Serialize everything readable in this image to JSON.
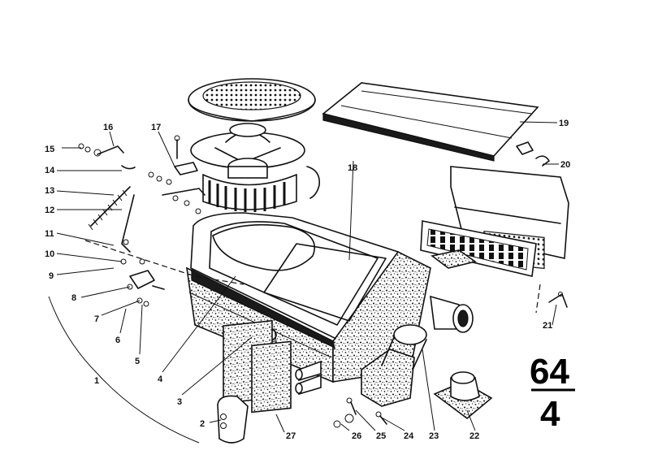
{
  "diagram": {
    "group_number": "64",
    "sub_number": "4",
    "callouts": [
      "1",
      "2",
      "3",
      "4",
      "5",
      "6",
      "7",
      "8",
      "9",
      "10",
      "11",
      "12",
      "13",
      "14",
      "15",
      "16",
      "17",
      "18",
      "19",
      "20",
      "21",
      "22",
      "23",
      "24",
      "25",
      "26",
      "27"
    ]
  }
}
